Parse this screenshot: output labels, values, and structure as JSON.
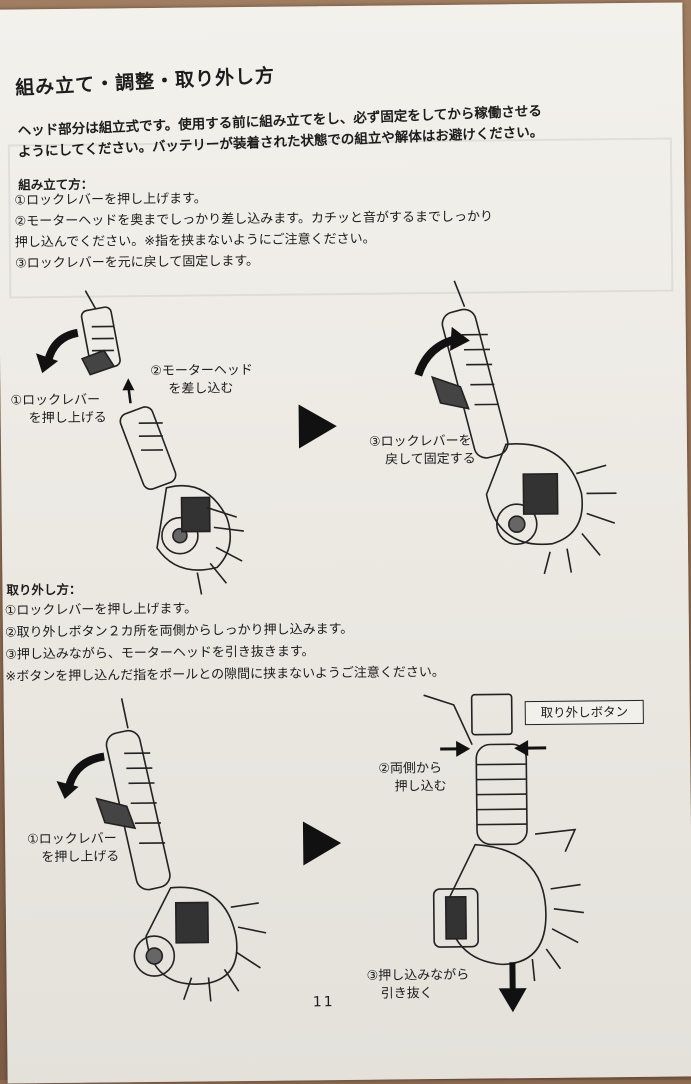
{
  "title": "組み立て・調整・取り外し方",
  "intro_lines": [
    "ヘッド部分は組立式です。使用する前に組み立てをし、必ず固定をしてから稼働させる",
    "ようにしてください。バッテリーが装着された状態での組立や解体はお避けください。"
  ],
  "assembly": {
    "heading": "組み立て方：",
    "steps": [
      "①ロックレバーを押し上げます。",
      "②モーターヘッドを奥までしっかり差し込みます。カチッと音がするまでしっかり",
      "押し込んでください。※指を挟まないようにご注意ください。",
      "③ロックレバーを元に戻して固定します。"
    ],
    "captions": {
      "lever_up": [
        "①ロックレバー",
        "を押し上げる"
      ],
      "insert_head": [
        "②モーターヘッド",
        "を差し込む"
      ],
      "lever_back": [
        "③ロックレバーを",
        "戻して固定する"
      ]
    }
  },
  "removal": {
    "heading": "取り外し方：",
    "steps": [
      "①ロックレバーを押し上げます。",
      "②取り外しボタン２カ所を両側からしっかり押し込みます。",
      "③押し込みながら、モーターヘッドを引き抜きます。",
      "※ボタンを押し込んだ指をポールとの隙間に挟まないようご注意ください。"
    ],
    "captions": {
      "lever_up": [
        "①ロックレバー",
        "を押し上げる"
      ],
      "release_button": "取り外しボタン",
      "press_both_sides": [
        "②両側から",
        "押し込む"
      ],
      "pull_out": [
        "③押し込みながら",
        "引き抜く"
      ]
    }
  },
  "page_number": "11",
  "icons": [
    "rotate-arrow-icon",
    "up-arrow-icon",
    "next-triangle-icon",
    "press-arrow-icon",
    "down-arrow-icon"
  ]
}
